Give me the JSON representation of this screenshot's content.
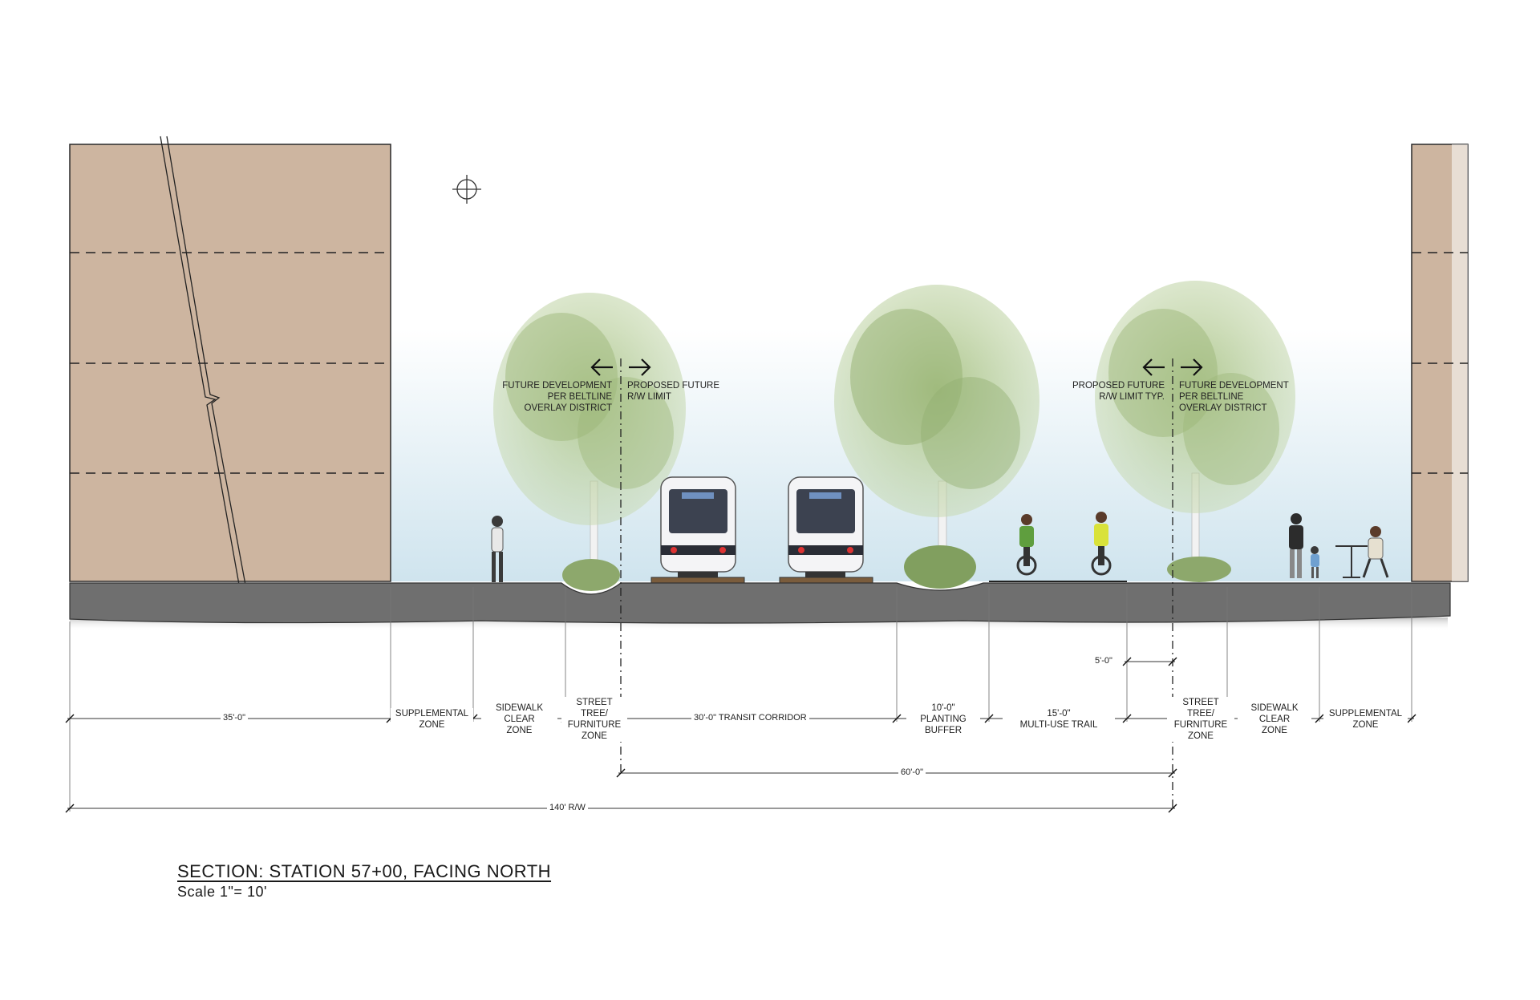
{
  "title": "SECTION: STATION 57+00, FACING NORTH",
  "scale": "Scale 1\"= 10'",
  "annotations": {
    "left_future_dev": "FUTURE DEVELOPMENT\nPER BELTLINE\nOVERLAY DISTRICT",
    "left_proposed_rw": "PROPOSED FUTURE\nR/W LIMIT",
    "right_proposed_rw": "PROPOSED FUTURE\nR/W LIMIT TYP.",
    "right_future_dev": "FUTURE DEVELOPMENT\nPER BELTLINE\nOVERLAY DISTRICT"
  },
  "zones": {
    "supplemental_left": "SUPPLEMENTAL\nZONE",
    "sidewalk_left": "SIDEWALK\nCLEAR\nZONE",
    "street_tree_left": "STREET\nTREE/\nFURNITURE\nZONE",
    "planting_buffer": "10'-0\"\nPLANTING\nBUFFER",
    "multi_use_trail": "15'-0\"\nMULTI-USE TRAIL",
    "street_tree_right": "STREET\nTREE/\nFURNITURE\nZONE",
    "sidewalk_right": "SIDEWALK\nCLEAR\nZONE",
    "supplemental_right": "SUPPLEMENTAL\nZONE"
  },
  "dimensions": {
    "building_setback": "35'-0\"",
    "transit_corridor": "30'-0\" TRANSIT CORRIDOR",
    "five_feet": "5'-0\"",
    "sixty_feet": "60'-0\"",
    "right_of_way": "140'  R/W"
  },
  "colors": {
    "building": "#cdb5a0",
    "ground": "#6f6f6f",
    "sky_top": "#ffffff",
    "sky_bottom": "#d2e6ee",
    "tree": "#8fae6a",
    "dimension_line": "#333333"
  }
}
